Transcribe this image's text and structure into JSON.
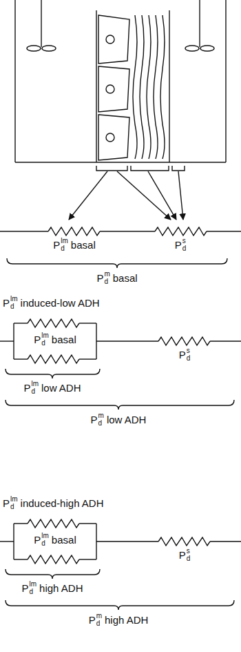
{
  "diagram": {
    "labels": [
      "P",
      "lm",
      "d",
      "basal",
      "P",
      "s",
      "d",
      "P",
      "m",
      "d",
      "basal",
      "P",
      "lm",
      "d",
      "induced-low ADH",
      "P",
      "lm",
      "d",
      "basal",
      "P",
      "s",
      "d",
      "P",
      "lm",
      "d",
      "low ADH",
      "P",
      "m",
      "d",
      "low ADH",
      "P",
      "lm",
      "d",
      "induced-high ADH",
      "P",
      "lm",
      "d",
      "basal",
      "P",
      "s",
      "d",
      "P",
      "lm",
      "d",
      "high ADH",
      "P",
      "m",
      "d",
      "high ADH"
    ]
  }
}
